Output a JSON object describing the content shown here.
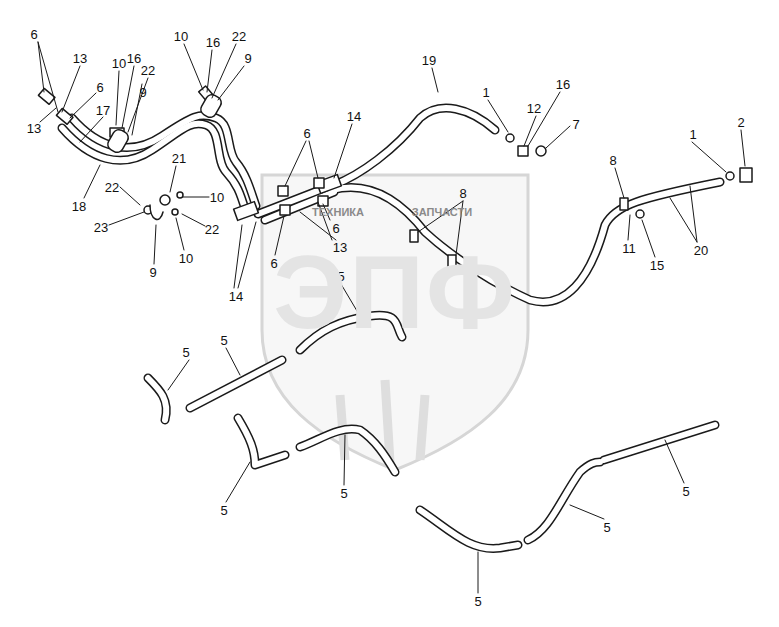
{
  "diagram": {
    "labels": [
      "6",
      "13",
      "6",
      "13",
      "10",
      "16",
      "22",
      "9",
      "17",
      "18",
      "21",
      "22",
      "10",
      "23",
      "22",
      "9",
      "10",
      "14",
      "10",
      "16",
      "22",
      "9",
      "19",
      "1",
      "16",
      "12",
      "7",
      "14",
      "6",
      "6",
      "13",
      "6",
      "8",
      "8",
      "1",
      "2",
      "11",
      "15",
      "20",
      "5",
      "5",
      "5",
      "5",
      "5",
      "5",
      "5",
      "5",
      "ТЕХНИКА",
      "ЗАПЧАСТИ",
      "ЭПФ"
    ]
  }
}
